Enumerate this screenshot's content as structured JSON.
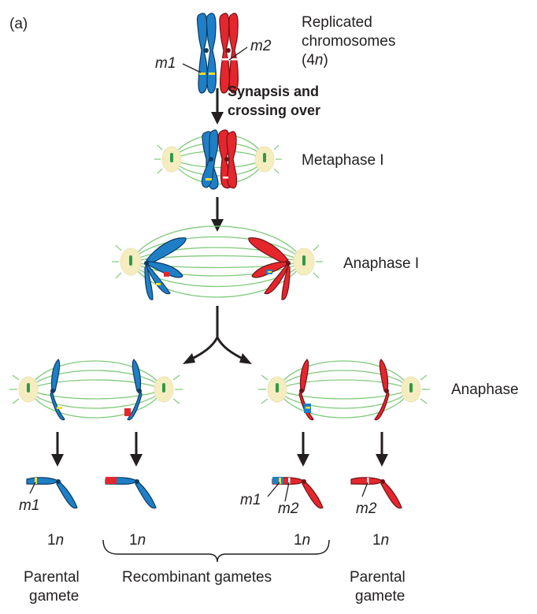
{
  "panel_label": "(a)",
  "stages": {
    "replicated_line1": "Replicated",
    "replicated_line2": "chromosomes",
    "replicated_line3_pre": "(4",
    "replicated_line3_n": "n",
    "replicated_line3_post": ")",
    "synapsis_line1": "Synapsis and",
    "synapsis_line2": "crossing over",
    "metaphase": "Metaphase I",
    "anaphase1": "Anaphase I",
    "anaphase2": "Anaphase"
  },
  "markers": {
    "m1": "m1",
    "m2": "m2"
  },
  "ploidy": {
    "num": "1",
    "n": "n"
  },
  "gametes": {
    "parental_line1": "Parental",
    "parental_line2": "gamete",
    "recombinant": "Recombinant gametes"
  },
  "colors": {
    "blue": "#1f7fc6",
    "red": "#e5262d",
    "spindle": "#7fc97a",
    "pole": "#f5ecc0",
    "marker": "#f5e02a"
  }
}
